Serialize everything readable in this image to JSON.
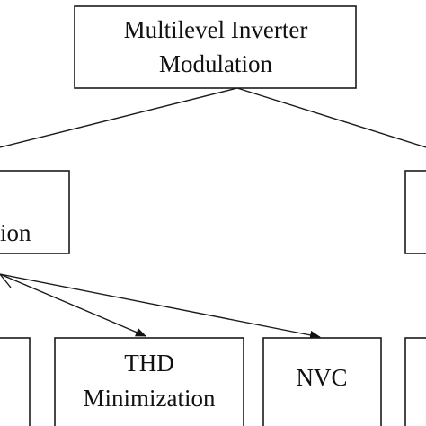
{
  "nodes": {
    "root": {
      "line1": "Multilevel Inverter",
      "line2": "Modulation"
    },
    "left_mid": {
      "text": "ion"
    },
    "right_mid": {
      "text": ""
    },
    "thd": {
      "line1": "THD",
      "line2": "Minimization"
    },
    "nvc": {
      "text": "NVC"
    },
    "bottom_left_partial": {
      "text": ""
    },
    "bottom_right_partial": {
      "text": ""
    }
  },
  "colors": {
    "stroke": "#1a1a1a",
    "background": "#ffffff"
  }
}
